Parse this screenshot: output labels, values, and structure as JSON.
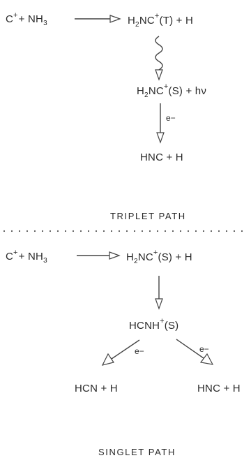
{
  "triplet": {
    "reactant": {
      "main": "C",
      "sup": "+",
      "rest": "+ NH",
      "sub": "3"
    },
    "product1": {
      "pre": "H",
      "sub": "2",
      "mid": "NC",
      "sup": "+",
      "post": "(T) + H"
    },
    "product2": {
      "pre": "H",
      "sub": "2",
      "mid": "NC",
      "sup": "+",
      "post": "(S) + hν"
    },
    "electron_label": "e−",
    "product3": "HNC + H",
    "title": "TRIPLET PATH"
  },
  "singlet": {
    "reactant": {
      "main": "C",
      "sup": "+",
      "rest": "+ NH",
      "sub": "3"
    },
    "product1": {
      "pre": "H",
      "sub": "2",
      "mid": "NC",
      "sup": "+",
      "post": "(S) + H"
    },
    "intermediate": {
      "pre": "HCNH",
      "sup": "+",
      "post": "(S)"
    },
    "electron_label_left": "e−",
    "electron_label_right": "e−",
    "product_left": "HCN + H",
    "product_right": "HNC + H",
    "title": "SINGLET PATH"
  },
  "colors": {
    "ink": "#2a2a2a",
    "background": "#ffffff"
  }
}
